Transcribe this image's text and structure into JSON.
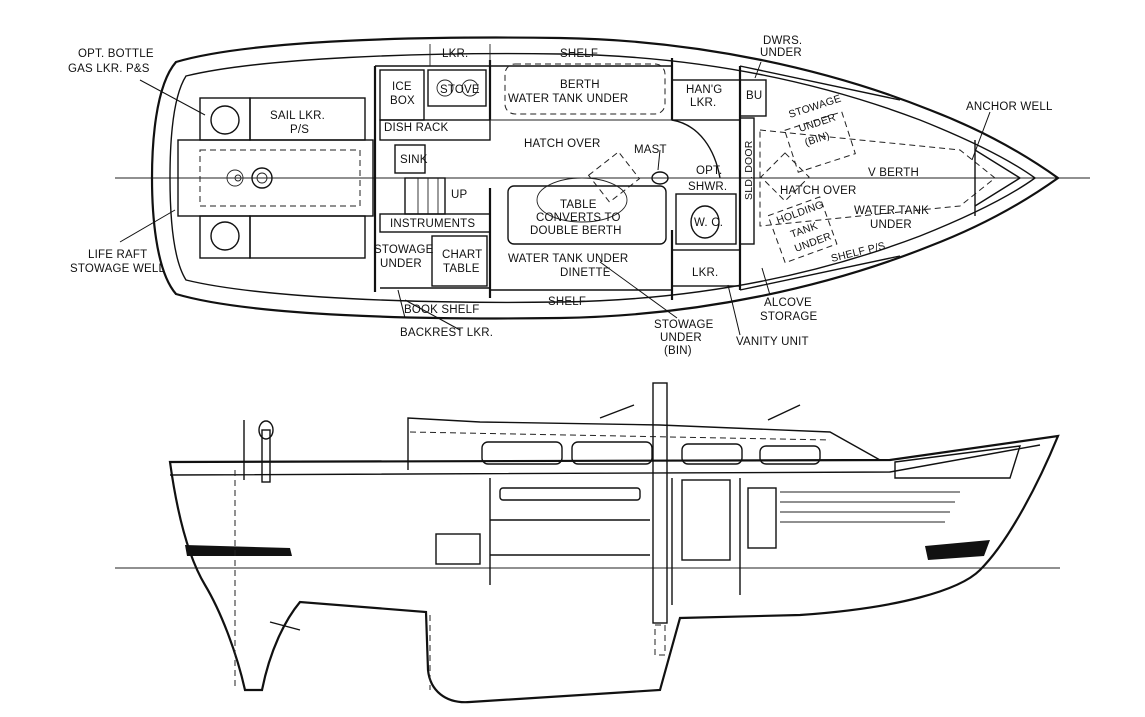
{
  "labels": {
    "opt_bottle_1": "OPT. BOTTLE",
    "opt_bottle_2": "GAS LKR. P&S",
    "lkr_top": "LKR.",
    "shelf_top": "SHELF",
    "dwrs_1": "DWRS.",
    "dwrs_2": "UNDER",
    "sail_lkr_1": "SAIL LKR.",
    "sail_lkr_2": "P/S",
    "ice_box_1": "ICE",
    "ice_box_2": "BOX",
    "stove": "STOVE",
    "berth": "BERTH",
    "water_tank_under_1": "WATER TANK UNDER",
    "hang_lkr_1": "HAN'G",
    "hang_lkr_2": "LKR.",
    "bu": "BU",
    "stowage_under_bin_1": "STOWAGE",
    "stowage_under_bin_2": "UNDER",
    "stowage_under_bin_3": "(BIN)",
    "anchor_well": "ANCHOR WELL",
    "dish_rack": "DISH RACK",
    "hatch_over_main": "HATCH OVER",
    "mast": "MAST",
    "sink": "SINK",
    "opt_1": "OPT.",
    "opt_2": "SHWR.",
    "sld_door": "SLD. DOOR",
    "v_berth": "V BERTH",
    "up": "UP",
    "table_1": "TABLE",
    "table_2": "CONVERTS TO",
    "table_3": "DOUBLE BERTH",
    "hatch_over_fwd": "HATCH OVER",
    "wc": "W. C.",
    "holding_1": "HOLDING",
    "holding_2": "TANK",
    "holding_3": "UNDER",
    "water_tank_fwd_1": "WATER TANK",
    "water_tank_fwd_2": "UNDER",
    "instruments": "INSTRUMENTS",
    "life_raft_1": "LIFE RAFT",
    "life_raft_2": "STOWAGE WELL",
    "stowage_under_1": "STOWAGE",
    "stowage_under_2": "UNDER",
    "chart_table_1": "CHART",
    "chart_table_2": "TABLE",
    "water_tank_dinette_1": "WATER TANK UNDER",
    "water_tank_dinette_2": "DINETTE",
    "shelf_ps": "SHELF P/S",
    "lkr_fwd": "LKR.",
    "alcove_1": "ALCOVE",
    "alcove_2": "STORAGE",
    "book_shelf": "BOOK SHELF",
    "shelf_bottom": "SHELF",
    "backrest": "BACKREST LKR.",
    "stowage_bin_1": "STOWAGE",
    "stowage_bin_2": "UNDER",
    "stowage_bin_3": "(BIN)",
    "vanity": "VANITY UNIT"
  }
}
